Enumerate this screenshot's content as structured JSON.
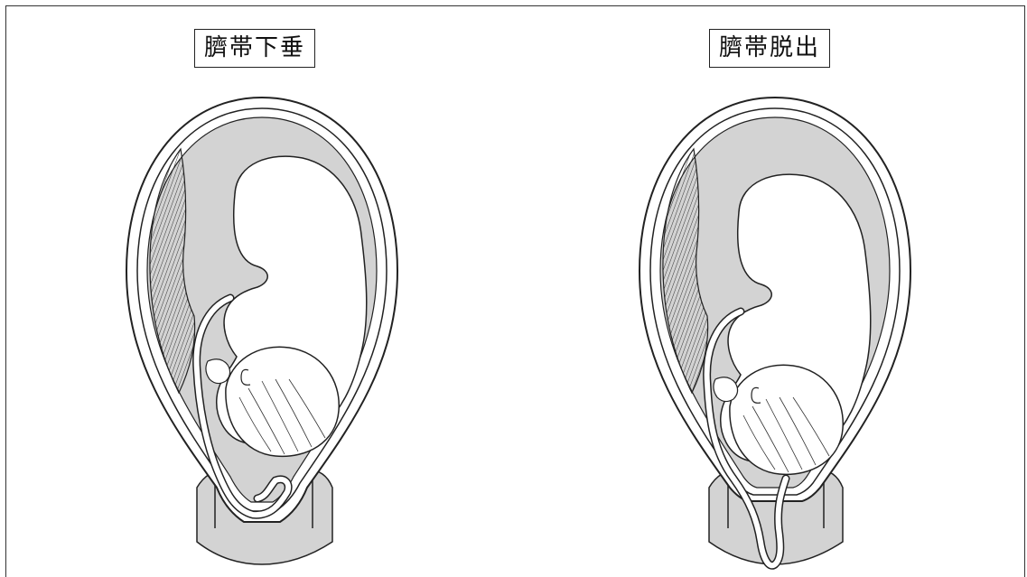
{
  "panels": [
    {
      "id": "left",
      "label": "臍帯下垂"
    },
    {
      "id": "right",
      "label": "臍帯脱出"
    }
  ],
  "colors": {
    "fluid": "#d3d3d3",
    "line": "#222222",
    "background": "#ffffff"
  }
}
